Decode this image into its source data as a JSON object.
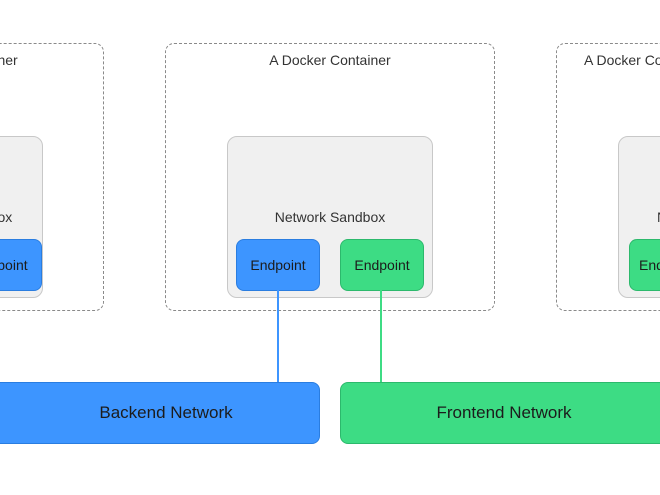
{
  "containers": {
    "left": {
      "title": "A Docker Container",
      "sandbox_title": "Network Sandbox",
      "endpoint_label": "Endpoint"
    },
    "center": {
      "title": "A Docker Container",
      "sandbox_title": "Network Sandbox",
      "endpoints": [
        {
          "label": "Endpoint",
          "color": "#3d95ff"
        },
        {
          "label": "Endpoint",
          "color": "#3ddc84"
        }
      ]
    },
    "right": {
      "title": "A Docker Container",
      "sandbox_title": "Network Sandbox",
      "endpoint_label": "Endpoint"
    }
  },
  "networks": [
    {
      "label": "Backend Network",
      "color": "#3d95ff"
    },
    {
      "label": "Frontend Network",
      "color": "#3ddc84"
    }
  ],
  "colors": {
    "container_border": "#8a8a8a",
    "sandbox_fill": "#f0f0f0",
    "backend": "#3d95ff",
    "frontend": "#3ddc84"
  }
}
